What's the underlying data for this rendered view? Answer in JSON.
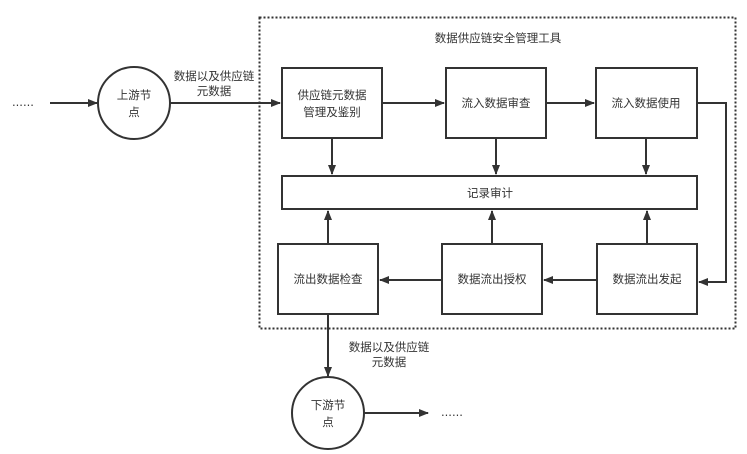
{
  "frame": {
    "title": "数据供应链安全管理工具"
  },
  "nodes": {
    "upstream": {
      "line1": "上游节",
      "line2": "点"
    },
    "downstream": {
      "line1": "下游节",
      "line2": "点"
    },
    "meta_mgmt": {
      "line1": "供应链元数据",
      "line2": "管理及鉴别"
    },
    "inflow_review": {
      "label": "流入数据审查"
    },
    "inflow_use": {
      "label": "流入数据使用"
    },
    "audit": {
      "label": "记录审计"
    },
    "outflow_check": {
      "label": "流出数据检查"
    },
    "outflow_auth": {
      "label": "数据流出授权"
    },
    "outflow_start": {
      "label": "数据流出发起"
    }
  },
  "edge_labels": {
    "in": {
      "line1": "数据以及供应链",
      "line2": "元数据"
    },
    "out": {
      "line1": "数据以及供应链",
      "line2": "元数据"
    }
  },
  "ellipsis": {
    "left": "......",
    "right": "......"
  },
  "colors": {
    "stroke": "#333333",
    "text": "#333333",
    "background": "#ffffff"
  }
}
